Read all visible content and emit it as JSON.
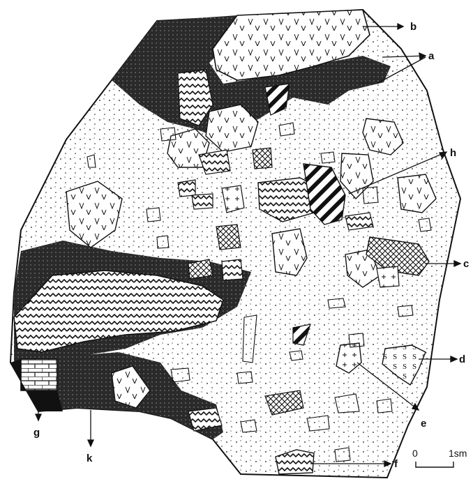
{
  "labels": {
    "a": "a",
    "b": "b",
    "c": "c",
    "d": "d",
    "e": "e",
    "f": "f",
    "g": "g",
    "h": "h",
    "k": "k"
  },
  "scale_bar": {
    "zero": "0",
    "unit": "1sm"
  },
  "colors": {
    "ink": "#111111",
    "paper": "#ffffff",
    "dark_matrix": "#2a2a2a"
  }
}
